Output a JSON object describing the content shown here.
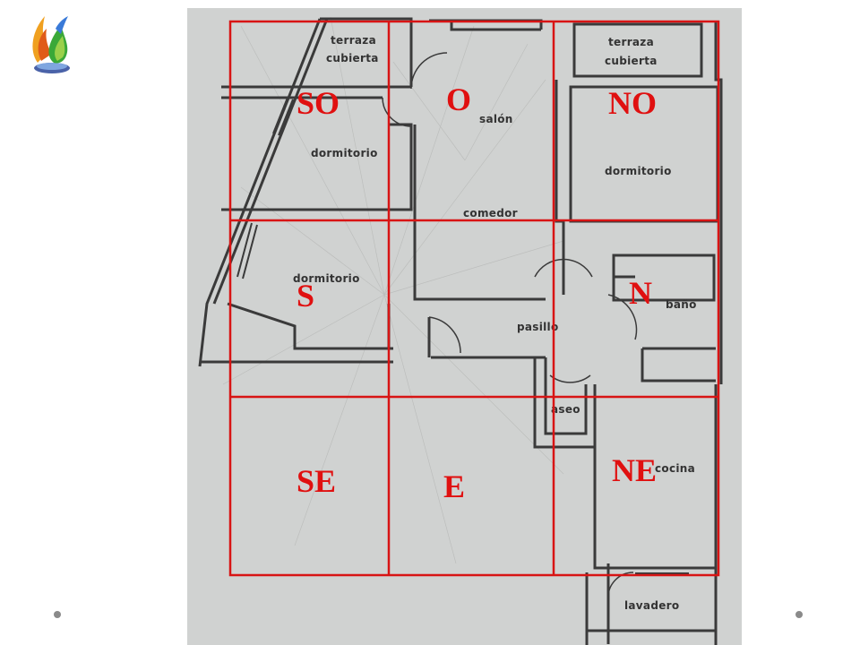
{
  "rooms": {
    "terraza_left": [
      "terraza",
      "cubierta"
    ],
    "terraza_right": [
      "terraza",
      "cubierta"
    ],
    "salon": "salón",
    "comedor": "comedor",
    "dormitorio_top_left": "dormitorio",
    "dormitorio_top_right": "dormitorio",
    "dormitorio_left": "dormitorio",
    "pasillo": "pasillo",
    "bano": "baño",
    "aseo": "aseo",
    "cocina": "cocina",
    "lavadero": "lavadero"
  },
  "zones": {
    "so": "SO",
    "o": "O",
    "no": "NO",
    "s": "S",
    "n": "N",
    "se": "SE",
    "e": "E",
    "ne": "NE"
  },
  "colors": {
    "grid": "#d81414",
    "zone_text": "#e01010",
    "paper": "#d6d8d6",
    "walls": "#3a3a3a"
  }
}
